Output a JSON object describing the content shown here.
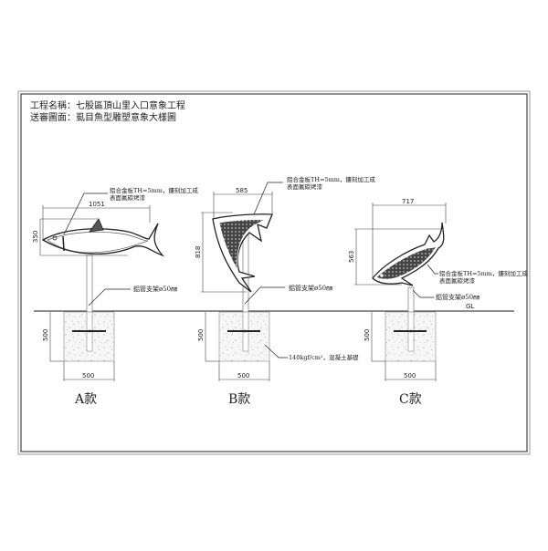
{
  "title_block": {
    "project_line": "工程名稱：七股區頂山里入口意象工程",
    "drawing_line": "送審圖面：虱目魚型雕塑意象大樣圖"
  },
  "ground_label": "GL",
  "material_note": "鋁合金板TH=5mm，鏤刻加工成",
  "material_note_line2": "表面氟碳烤漆",
  "material_note_c_line2": "表面氟碳烤漆",
  "pipe_note": "鋁管支架ø50㎜",
  "foundation_note": "140kgf/cm²，混凝土基礎",
  "variants": [
    {
      "id": "A",
      "label": "A款",
      "width_dim": "1051",
      "height_dim": "350",
      "footing_depth": "500",
      "footing_width": "500"
    },
    {
      "id": "B",
      "label": "B款",
      "width_dim": "585",
      "height_dim": "818",
      "footing_depth": "500",
      "footing_width": "500"
    },
    {
      "id": "C",
      "label": "C款",
      "width_dim": "717",
      "height_dim": "563",
      "footing_depth": "500",
      "footing_width": "500"
    }
  ],
  "colors": {
    "line": "#333333",
    "frame": "#555555",
    "hatch": "#3a3a3a",
    "concrete": "#f4f4f4"
  }
}
